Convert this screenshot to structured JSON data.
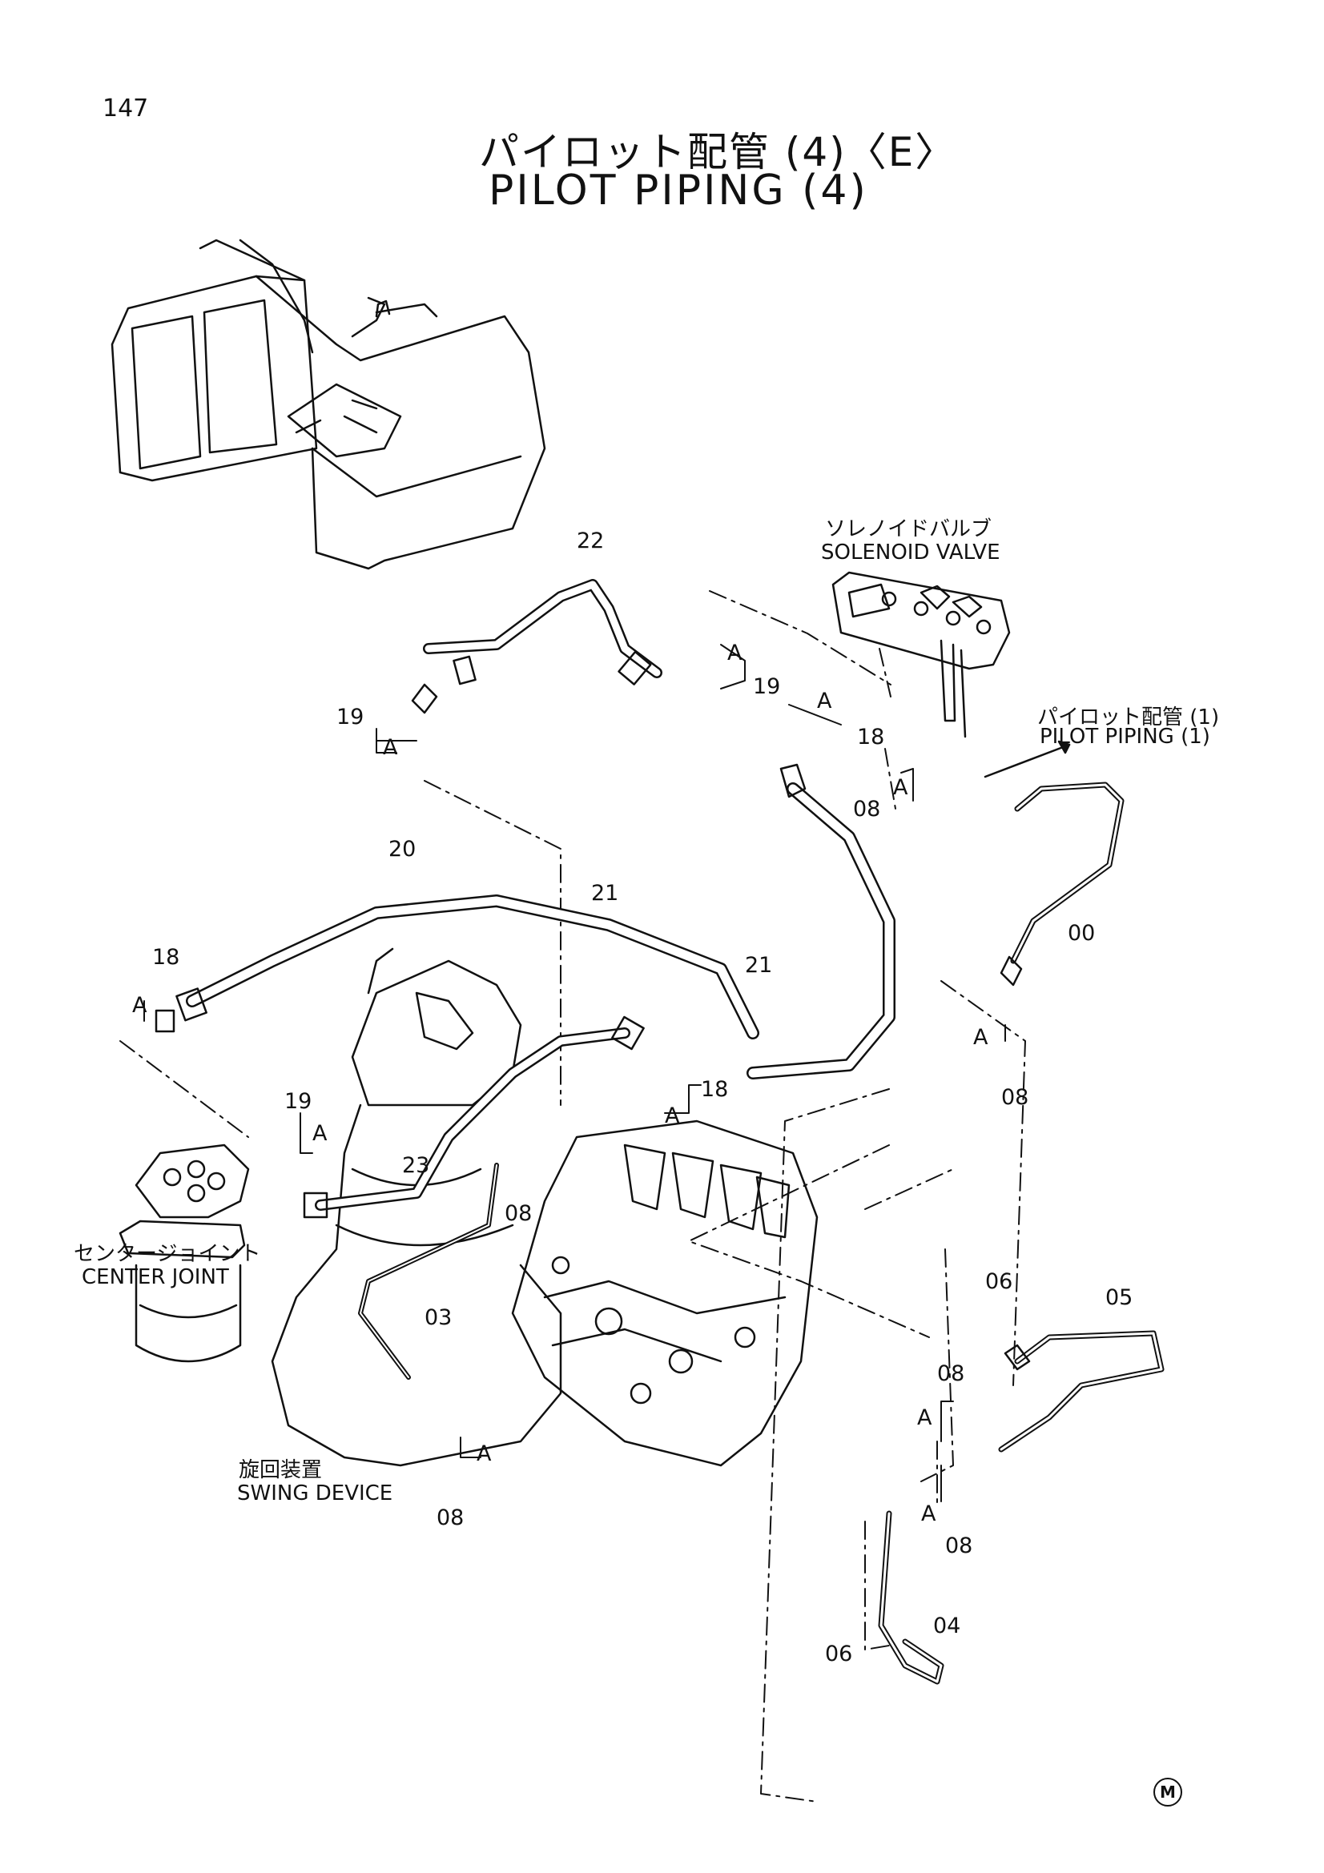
{
  "header": {
    "page_number": "147",
    "title_jp": "パイロット配管 (4)〈E〉",
    "title_en": "PILOT PIPING (4)"
  },
  "labels": {
    "solenoid_jp": "ソレノイドバルブ",
    "solenoid_en": "SOLENOID VALVE",
    "pilot1_jp": "パイロット配管 (1)",
    "pilot1_en": "PILOT PIPING (1)",
    "center_jp": "センタージョイント",
    "center_en": "CENTER JOINT",
    "swing_jp": "旋回装置",
    "swing_en": "SWING DEVICE"
  },
  "callouts": {
    "c22": "22",
    "c19a": "19",
    "c19b": "19",
    "c19c": "19",
    "c18a": "18",
    "c18b": "18",
    "c18c": "18",
    "c08a": "08",
    "c08b": "08",
    "c08c": "08",
    "c08d": "08",
    "c08e": "08",
    "c08f": "08",
    "c00": "00",
    "c20": "20",
    "c21a": "21",
    "c21b": "21",
    "c23": "23",
    "c03": "03",
    "c05": "05",
    "c06a": "06",
    "c06b": "06",
    "c04": "04"
  },
  "marks": {
    "a": "A"
  },
  "footer": {
    "mark": "M"
  }
}
